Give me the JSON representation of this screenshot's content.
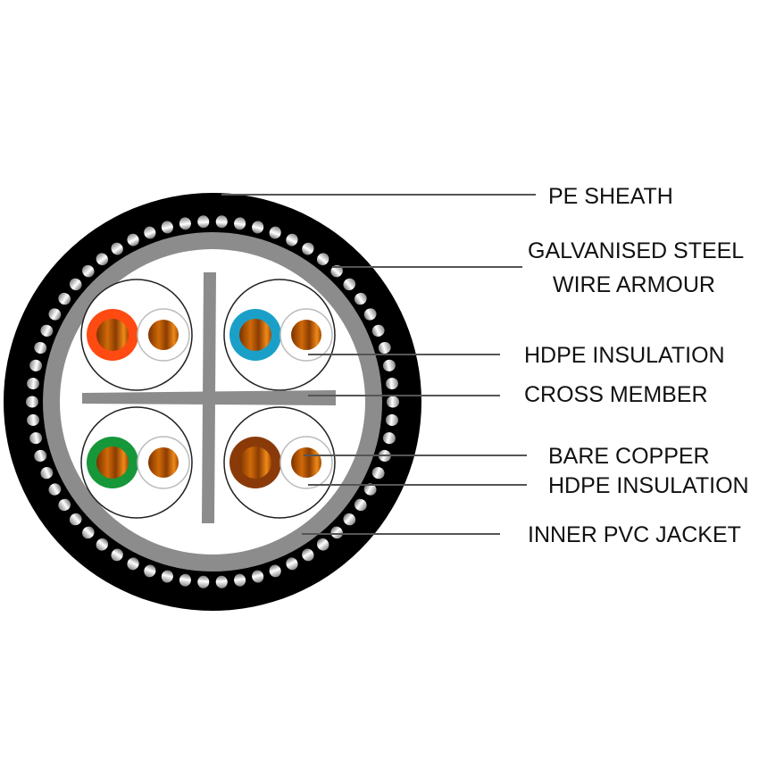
{
  "labels": {
    "pe_sheath": "PE SHEATH",
    "armour_line1": "GALVANISED STEEL",
    "armour_line2": "WIRE ARMOUR",
    "hdpe_insulation": "HDPE INSULATION",
    "cross_member": "CROSS MEMBER",
    "bare_copper": "BARE COPPER",
    "hdpe_insulation_2": "HDPE INSULATION",
    "inner_pvc_jacket": "INNER PVC JACKET"
  },
  "colors": {
    "sheath": "#000000",
    "inner_jacket": "#8c8c8c",
    "pair_colors": [
      "#ff4a12",
      "#1aa0c8",
      "#16973a",
      "#8a3a08"
    ],
    "copper": "#c8620a"
  }
}
